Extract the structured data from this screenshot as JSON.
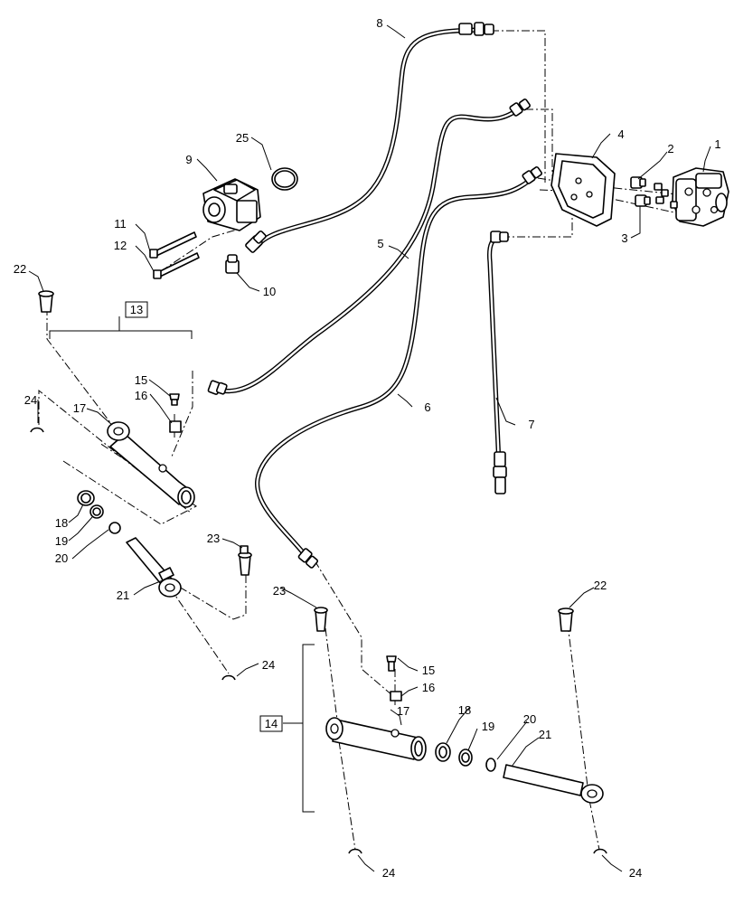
{
  "callouts": [
    {
      "id": "c1",
      "text": "1"
    },
    {
      "id": "c2",
      "text": "2"
    },
    {
      "id": "c3",
      "text": "3"
    },
    {
      "id": "c4",
      "text": "4"
    },
    {
      "id": "c5",
      "text": "5"
    },
    {
      "id": "c6",
      "text": "6"
    },
    {
      "id": "c7",
      "text": "7"
    },
    {
      "id": "c8",
      "text": "8"
    },
    {
      "id": "c9",
      "text": "9"
    },
    {
      "id": "c10",
      "text": "10"
    },
    {
      "id": "c11",
      "text": "11"
    },
    {
      "id": "c12",
      "text": "12"
    },
    {
      "id": "c15a",
      "text": "15"
    },
    {
      "id": "c16a",
      "text": "16"
    },
    {
      "id": "c17a",
      "text": "17"
    },
    {
      "id": "c18a",
      "text": "18"
    },
    {
      "id": "c19a",
      "text": "19"
    },
    {
      "id": "c20a",
      "text": "20"
    },
    {
      "id": "c21a",
      "text": "21"
    },
    {
      "id": "c22a",
      "text": "22"
    },
    {
      "id": "c23a",
      "text": "23"
    },
    {
      "id": "c24a",
      "text": "24"
    },
    {
      "id": "c24b",
      "text": "24"
    },
    {
      "id": "c25",
      "text": "25"
    },
    {
      "id": "c15b",
      "text": "15"
    },
    {
      "id": "c16b",
      "text": "16"
    },
    {
      "id": "c17b",
      "text": "17"
    },
    {
      "id": "c18b",
      "text": "18"
    },
    {
      "id": "c19b",
      "text": "19"
    },
    {
      "id": "c20b",
      "text": "20"
    },
    {
      "id": "c21b",
      "text": "21"
    },
    {
      "id": "c22b",
      "text": "22"
    },
    {
      "id": "c23b",
      "text": "23"
    },
    {
      "id": "c24c",
      "text": "24"
    },
    {
      "id": "c24d",
      "text": "24"
    }
  ],
  "assemblies": {
    "a13": "13",
    "a14": "14"
  }
}
